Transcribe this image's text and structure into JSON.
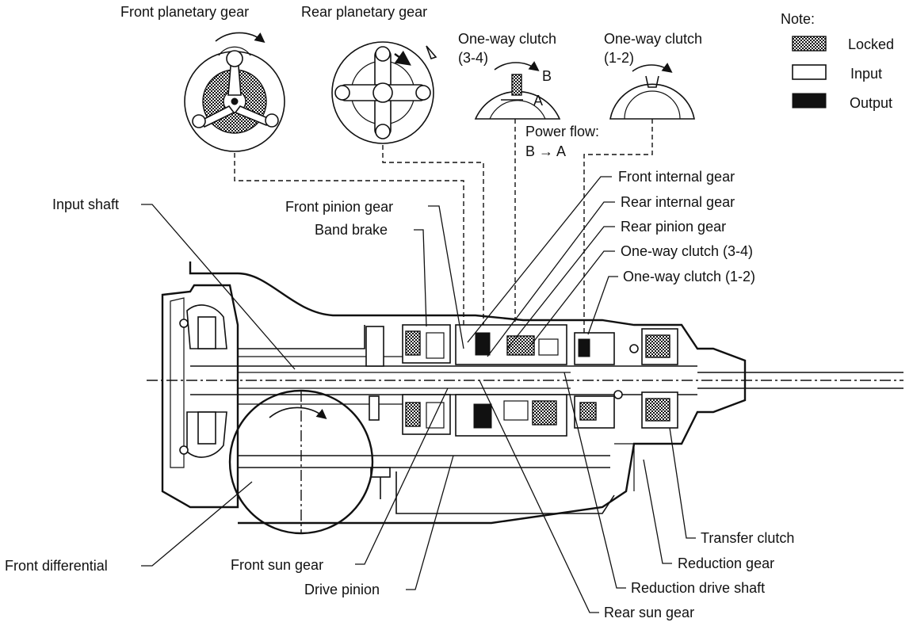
{
  "legend": {
    "title": "Note:",
    "items": [
      {
        "label": "Locked",
        "swatch": "hatched"
      },
      {
        "label": "Input",
        "swatch": "white"
      },
      {
        "label": "Output",
        "swatch": "black"
      }
    ]
  },
  "top_labels": {
    "front_planetary": "Front planetary gear",
    "rear_planetary": "Rear planetary gear",
    "owc34_line1": "One-way clutch",
    "owc34_line2": "(3-4)",
    "owc12_line1": "One-way clutch",
    "owc12_line2": "(1-2)",
    "marker_b": "B",
    "marker_a": "A",
    "power_flow_line1": "Power flow:",
    "power_flow_line2": "B → A"
  },
  "callouts": {
    "input_shaft": "Input shaft",
    "front_pinion_gear": "Front pinion gear",
    "band_brake": "Band brake",
    "front_internal_gear": "Front internal gear",
    "rear_internal_gear": "Rear internal gear",
    "rear_pinion_gear": "Rear pinion gear",
    "one_way_clutch_34": "One-way clutch (3-4)",
    "one_way_clutch_12": "One-way clutch (1-2)",
    "front_differential": "Front differential",
    "front_sun_gear": "Front sun gear",
    "drive_pinion": "Drive pinion",
    "rear_sun_gear": "Rear sun gear",
    "reduction_drive_shaft": "Reduction drive shaft",
    "reduction_gear": "Reduction gear",
    "transfer_clutch": "Transfer clutch"
  },
  "colors": {
    "ink": "#111111",
    "background": "#ffffff"
  }
}
